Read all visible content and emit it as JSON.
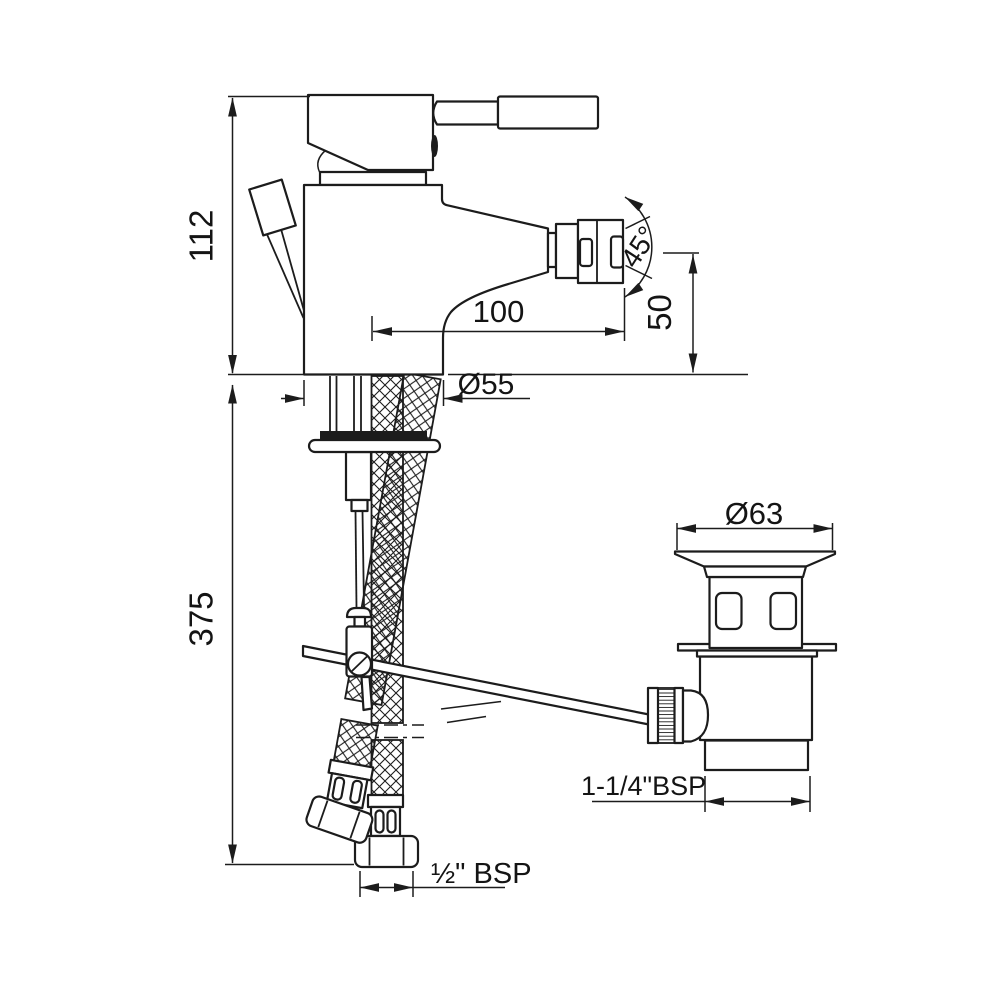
{
  "drawing": {
    "title": "Single-lever bidet mixer with pop-up waste — dimensioned technical drawing",
    "ink_color": "#1c1c1c",
    "background_color": "#ffffff",
    "dimensions": {
      "overall_height": "112",
      "supply_length": "375",
      "spout_reach": "100",
      "spout_height": "50",
      "aerator_angle": "45°",
      "base_diameter": "Ø55",
      "waste_flange_diameter": "Ø63",
      "waste_thread": "1-1/4\"BSP",
      "supply_thread": "½\" BSP"
    }
  }
}
